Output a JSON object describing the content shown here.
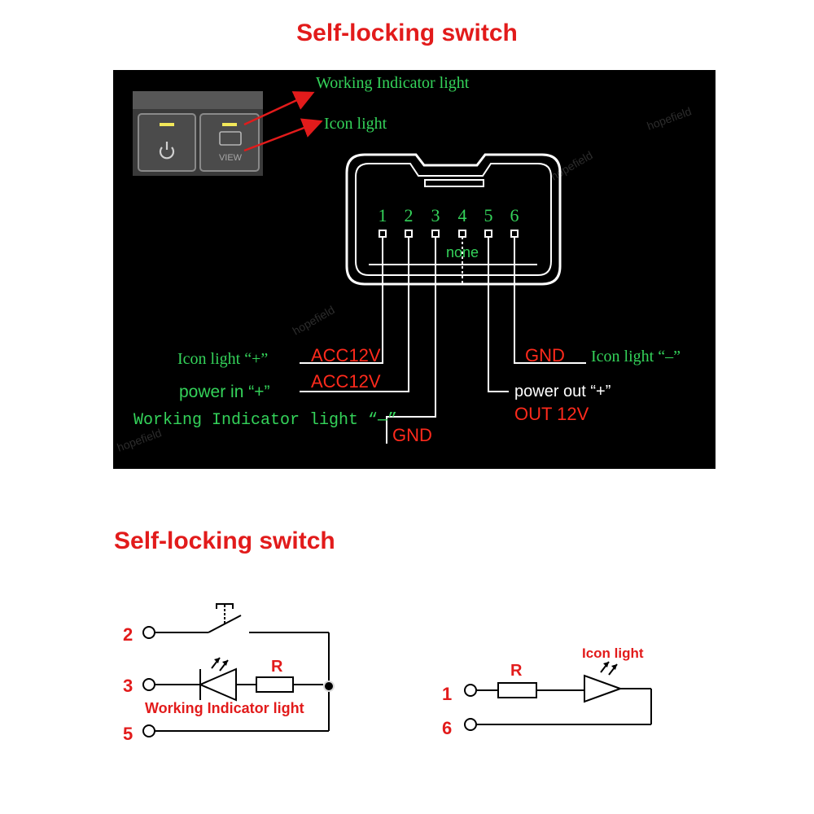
{
  "titles": {
    "top": "Self-locking switch",
    "bottom": "Self-locking switch"
  },
  "photo": {
    "working_indicator": "Working Indicator light",
    "icon_light": "Icon light",
    "view_label": "VIEW",
    "watermark": "hopefield"
  },
  "connector": {
    "pins": [
      "1",
      "2",
      "3",
      "4",
      "5",
      "6"
    ],
    "none_label": "none"
  },
  "labels": {
    "pin1_green": "Icon light “+”",
    "pin1_red": "ACC12V",
    "pin2_green": "power in “+”",
    "pin2_red": "ACC12V",
    "pin3_green": "Working Indicator light “—”",
    "pin3_red": "GND",
    "pin6_red": "GND",
    "pin6_green": "Icon light “–”",
    "pin5_white": "power out “+”",
    "pin5_red": "OUT 12V"
  },
  "schematic_left": {
    "pin_a": "2",
    "pin_b": "3",
    "pin_c": "5",
    "resistor": "R",
    "indicator": "Working Indicator light"
  },
  "schematic_right": {
    "pin_a": "1",
    "pin_b": "6",
    "resistor": "R",
    "icon_light": "Icon light"
  },
  "colors": {
    "accent_red": "#e21b1b",
    "label_green": "#34d35a",
    "panel_bg": "#000000"
  }
}
